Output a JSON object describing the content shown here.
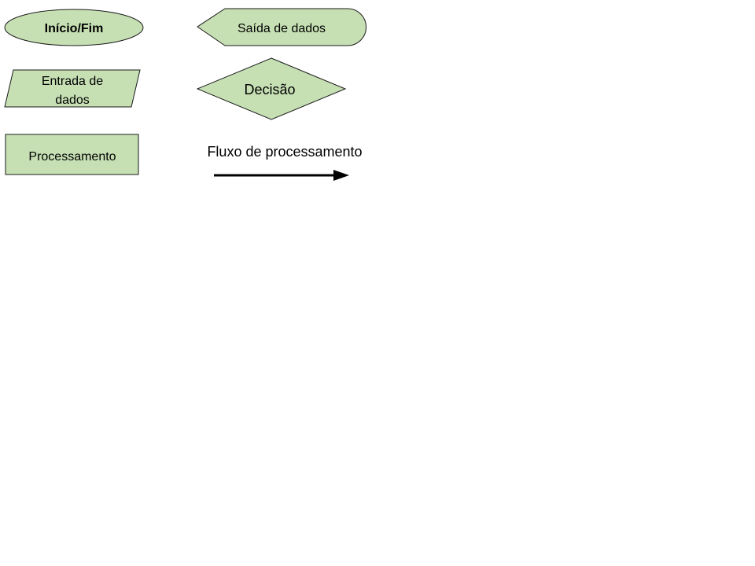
{
  "legend": {
    "start_end": "Início/Fim",
    "data_output": "Saída de dados",
    "data_input_line1": "Entrada de",
    "data_input_line2": "dados",
    "decision": "Decisão",
    "process": "Processamento",
    "flow": "Fluxo de processamento"
  },
  "colors": {
    "shape_fill": "#c6e0b4",
    "shape_stroke": "#1a1a1a",
    "arrow": "#000000"
  }
}
